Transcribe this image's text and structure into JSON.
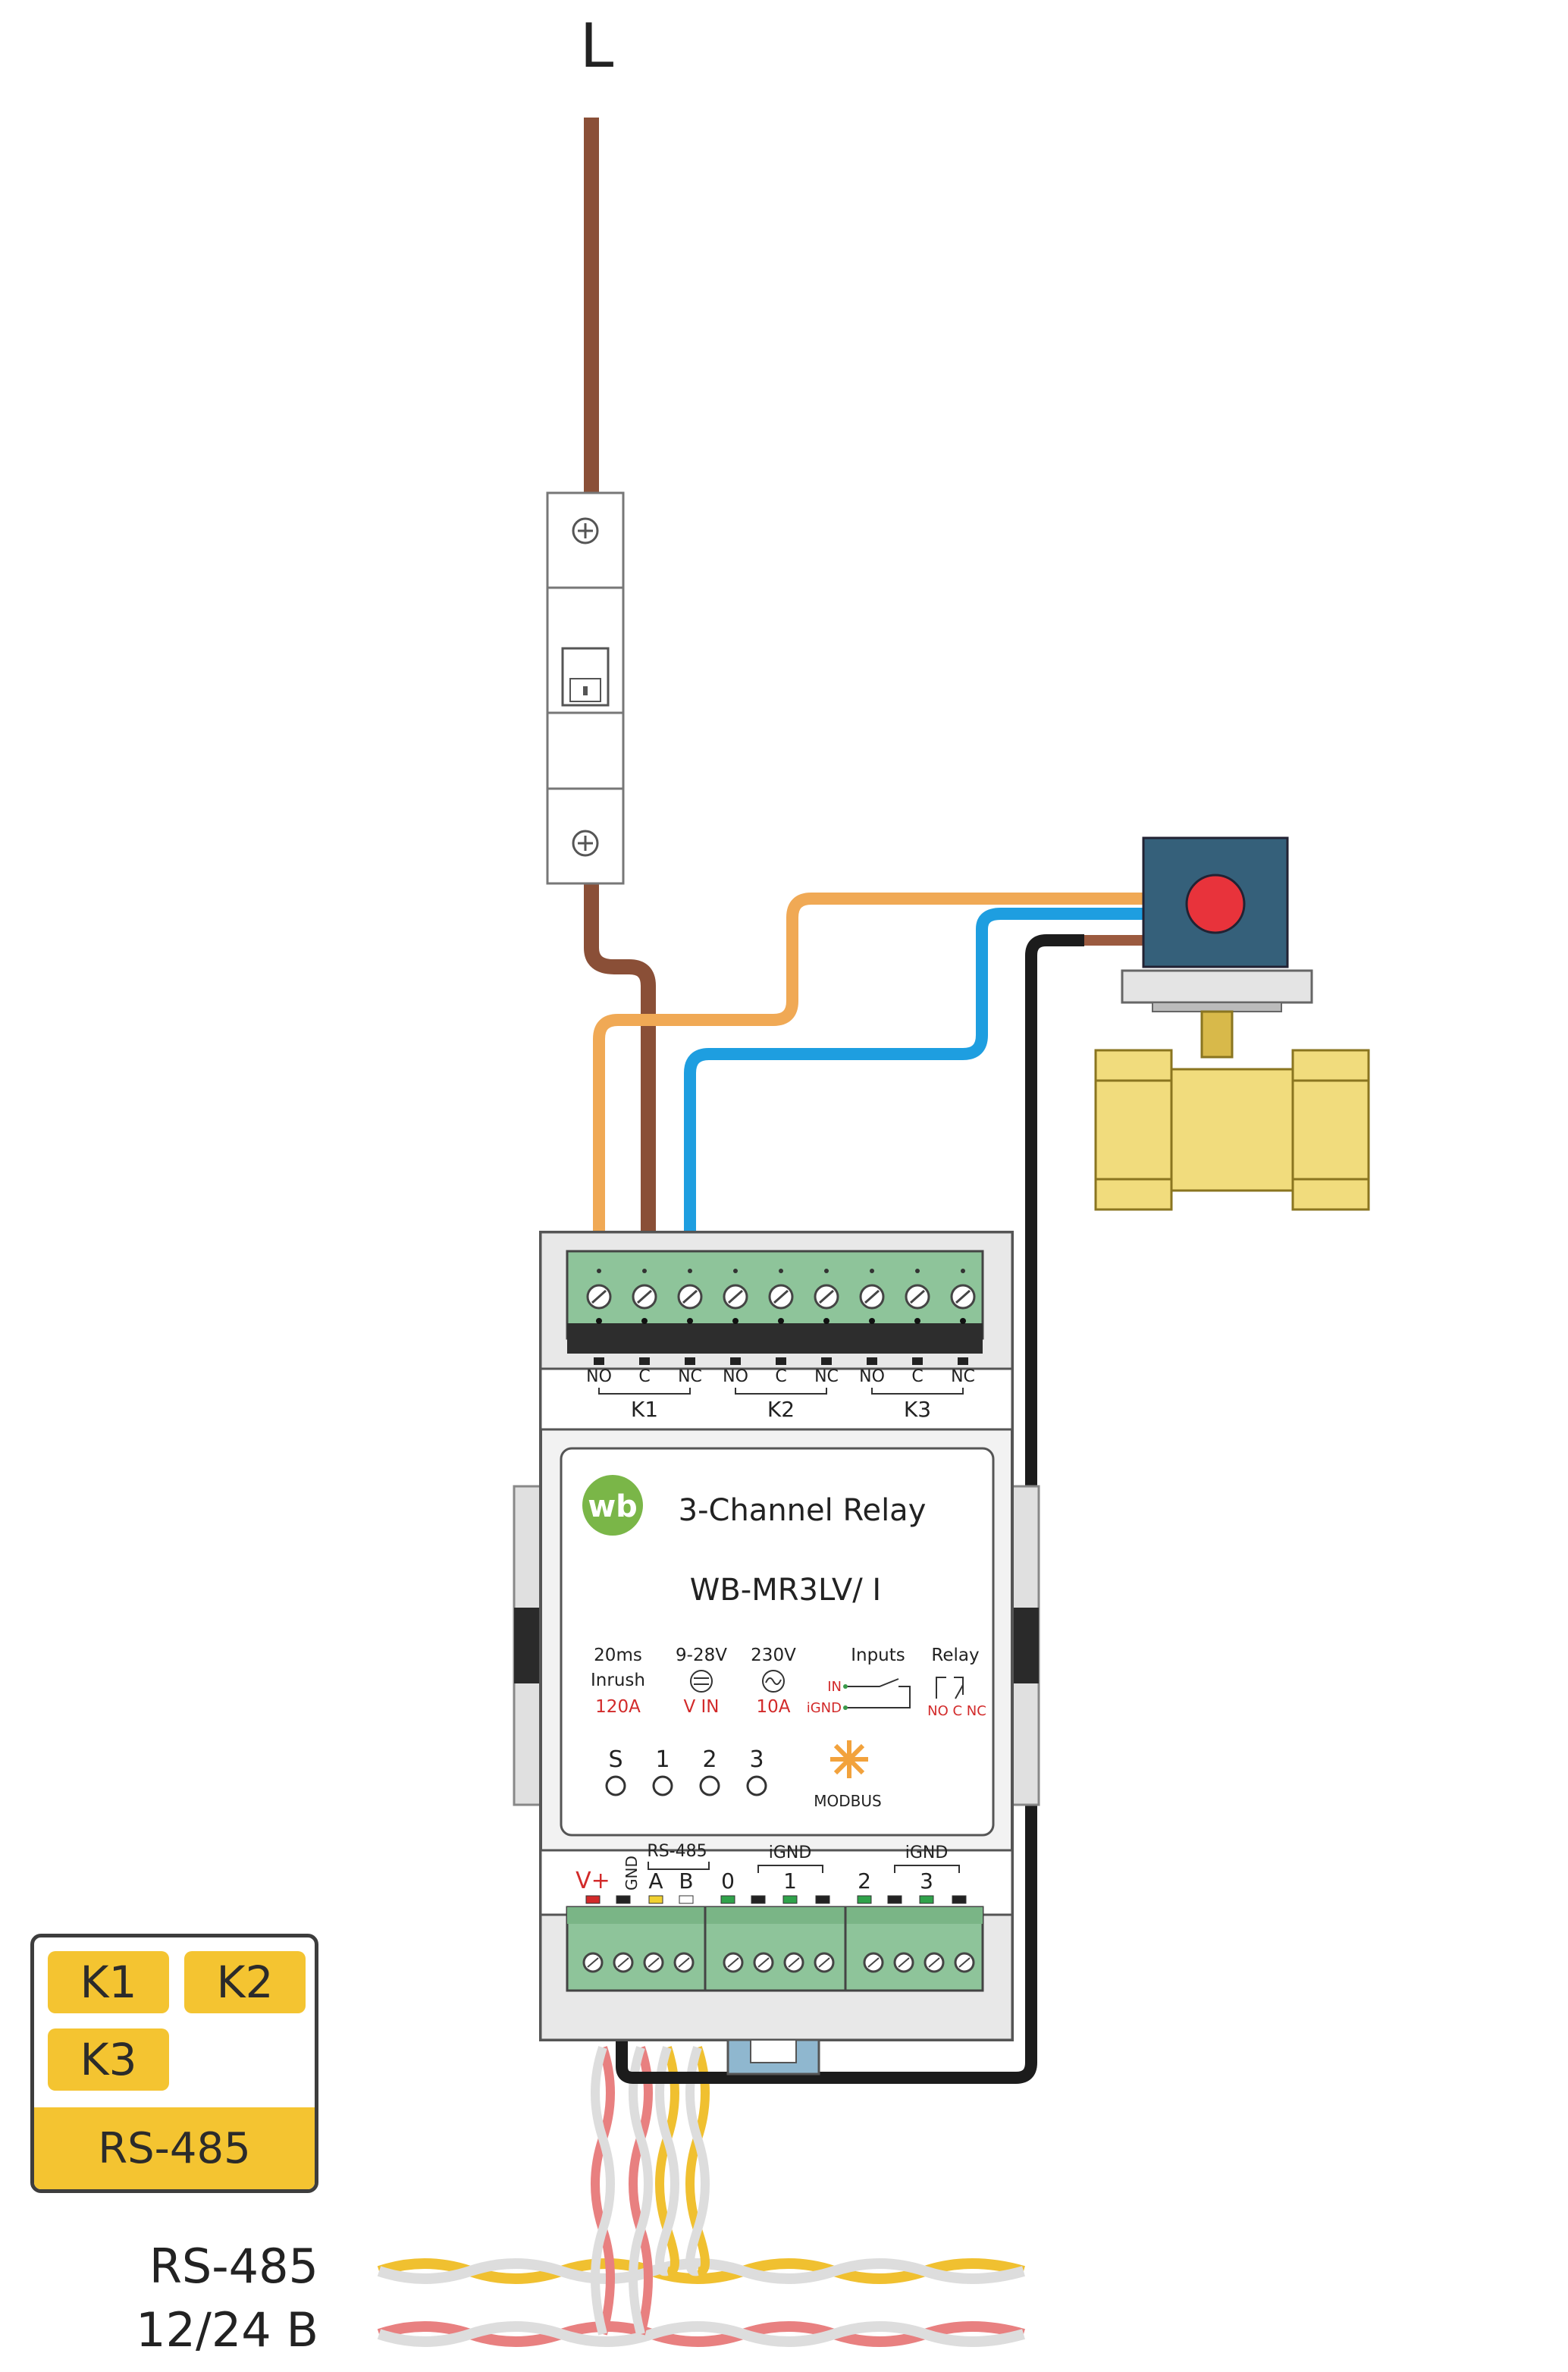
{
  "line_label": "L",
  "device": {
    "title": "3-Channel Relay",
    "model": "WB-MR3LV/ I",
    "logo": "wb",
    "top_terminals": [
      "NO",
      "C",
      "NC",
      "NO",
      "C",
      "NC",
      "NO",
      "C",
      "NC"
    ],
    "relay_groups": [
      "K1",
      "K2",
      "K3"
    ],
    "specs": [
      {
        "top": "20ms",
        "mid": "Inrush",
        "bottom": "120A"
      },
      {
        "top": "9-28V",
        "mid": "",
        "bottom": "V IN"
      },
      {
        "top": "230V",
        "mid": "",
        "bottom": "10A"
      }
    ],
    "inputs_label": "Inputs",
    "inputs_in": "IN",
    "inputs_ignd": "iGND",
    "relay_label": "Relay",
    "relay_contacts": "NO C NC",
    "leds": [
      "S",
      "1",
      "2",
      "3"
    ],
    "modbus_label": "MODBUS",
    "bottom_labels": {
      "vplus": "V+",
      "gnd": "GND",
      "rs485": "RS-485",
      "a": "A",
      "b": "B",
      "in0": "0",
      "in1": "1",
      "in2": "2",
      "in3": "3",
      "ignd1": "iGND",
      "ignd2": "iGND"
    }
  },
  "legend": {
    "k1": "K1",
    "k2": "K2",
    "k3": "K3",
    "rs485": "RS-485"
  },
  "bus": {
    "rs485": "RS-485",
    "power": "12/24  B"
  },
  "colors": {
    "wire_brown": "#9b5a3f",
    "wire_orange": "#f0a955",
    "wire_blue": "#1e9ee0",
    "wire_black": "#1c1c1c",
    "terminal_green": "#8ec49a",
    "legend_yellow": "#f4c431",
    "valve_brass": "#f1dc7d",
    "valve_actuator": "#35607a",
    "valve_button": "#e8333b"
  }
}
